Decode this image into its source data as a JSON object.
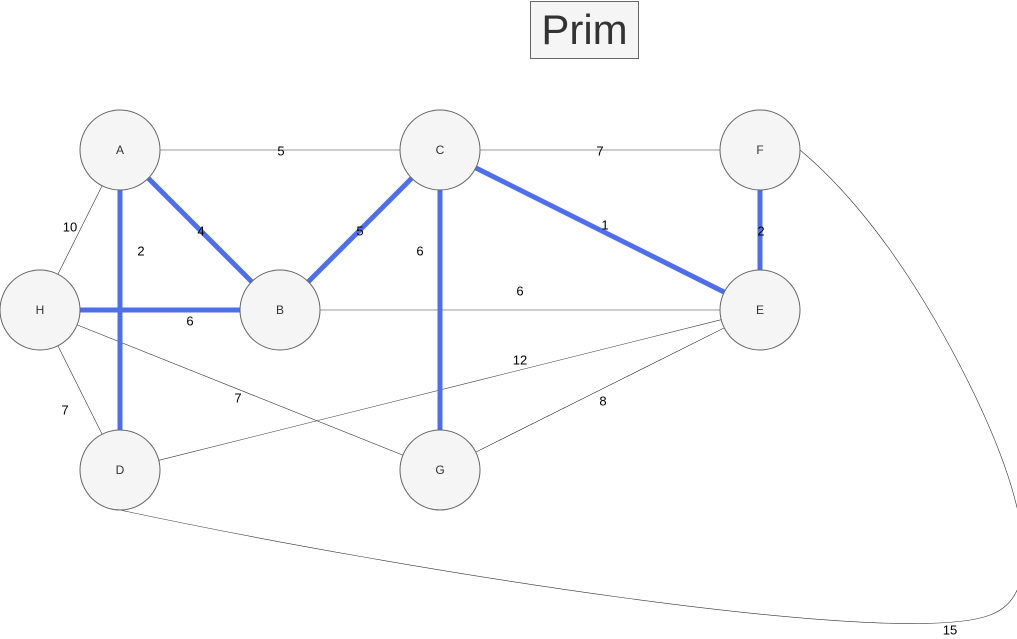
{
  "title": "Prim",
  "colors": {
    "mst": "#4f6fe8",
    "node_fill": "#f5f5f5",
    "node_stroke": "#666666",
    "edge": "#333333"
  },
  "nodes": [
    {
      "id": "A",
      "label": "A"
    },
    {
      "id": "C",
      "label": "C"
    },
    {
      "id": "F",
      "label": "F"
    },
    {
      "id": "H",
      "label": "H"
    },
    {
      "id": "B",
      "label": "B"
    },
    {
      "id": "E",
      "label": "E"
    },
    {
      "id": "D",
      "label": "D"
    },
    {
      "id": "G",
      "label": "G"
    }
  ],
  "edges": [
    {
      "from": "A",
      "to": "C",
      "weight": "5",
      "mst": false
    },
    {
      "from": "C",
      "to": "F",
      "weight": "7",
      "mst": false
    },
    {
      "from": "A",
      "to": "H",
      "weight": "10",
      "mst": false
    },
    {
      "from": "A",
      "to": "D",
      "weight": "2",
      "mst": true
    },
    {
      "from": "A",
      "to": "B",
      "weight": "4",
      "mst": true
    },
    {
      "from": "C",
      "to": "B",
      "weight": "5",
      "mst": true
    },
    {
      "from": "C",
      "to": "G",
      "weight": "6",
      "mst": true
    },
    {
      "from": "C",
      "to": "E",
      "weight": "1",
      "mst": true
    },
    {
      "from": "F",
      "to": "E",
      "weight": "2",
      "mst": true
    },
    {
      "from": "B",
      "to": "E",
      "weight": "6",
      "mst": false
    },
    {
      "from": "H",
      "to": "B",
      "weight": "6",
      "mst": true
    },
    {
      "from": "D",
      "to": "E",
      "weight": "12",
      "mst": false
    },
    {
      "from": "H",
      "to": "G",
      "weight": "7",
      "mst": false
    },
    {
      "from": "G",
      "to": "E",
      "weight": "8",
      "mst": false
    },
    {
      "from": "H",
      "to": "D",
      "weight": "7",
      "mst": false
    },
    {
      "from": "D",
      "to": "F",
      "weight": "15",
      "mst": false
    }
  ]
}
